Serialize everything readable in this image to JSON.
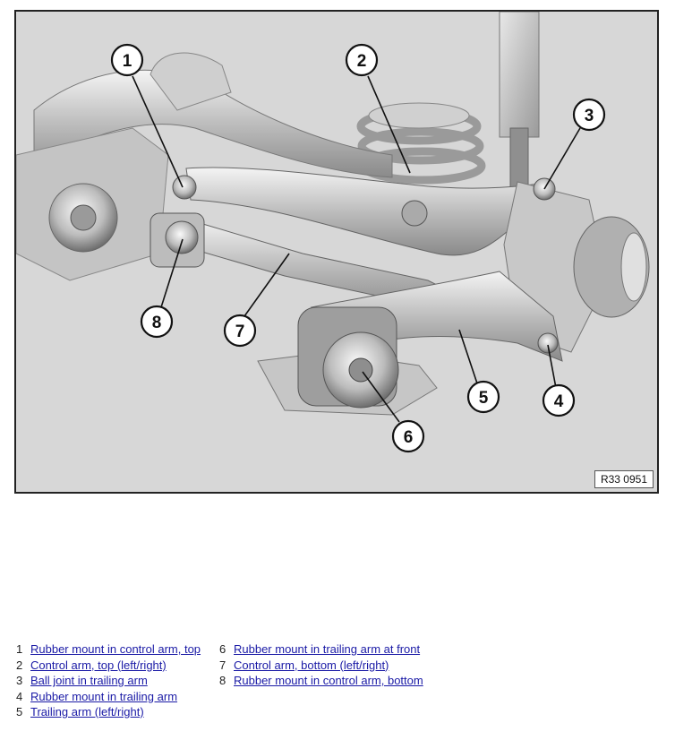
{
  "figure": {
    "reference_code": "R33 0951",
    "callouts": [
      "1",
      "2",
      "3",
      "4",
      "5",
      "6",
      "7",
      "8"
    ]
  },
  "legend": {
    "items": [
      {
        "num": "1",
        "text": "Rubber mount in control arm, top"
      },
      {
        "num": "2",
        "text": "Control arm, top (left/right)"
      },
      {
        "num": "3",
        "text": "Ball joint in trailing arm"
      },
      {
        "num": "4",
        "text": "Rubber mount in trailing arm"
      },
      {
        "num": "5",
        "text": "Trailing arm (left/right)"
      },
      {
        "num": "6",
        "text": "Rubber mount in trailing arm at front"
      },
      {
        "num": "7",
        "text": "Control arm, bottom (left/right)"
      },
      {
        "num": "8",
        "text": "Rubber mount in control arm, bottom"
      }
    ]
  }
}
